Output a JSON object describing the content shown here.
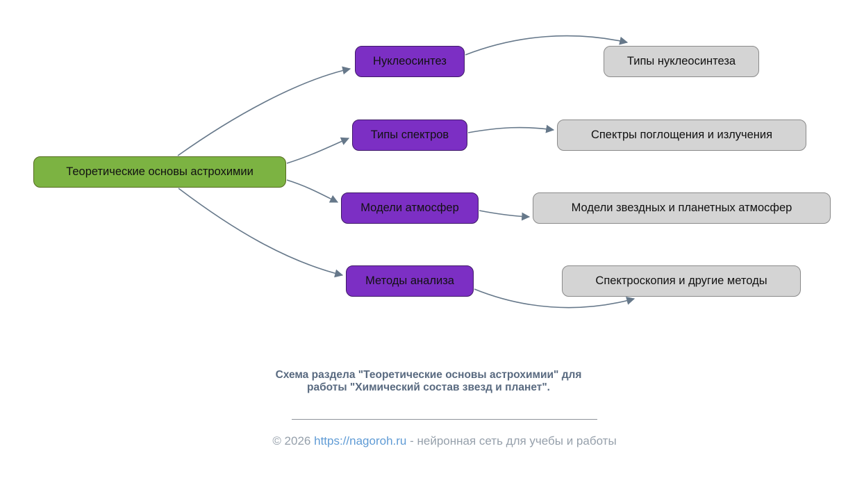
{
  "diagram": {
    "root": {
      "label": "Теоретические основы астрохимии"
    },
    "level1": [
      {
        "label": "Нуклеосинтез"
      },
      {
        "label": "Типы спектров"
      },
      {
        "label": "Модели атмосфер"
      },
      {
        "label": "Методы анализа"
      }
    ],
    "level2": [
      {
        "label": "Типы нуклеосинтеза"
      },
      {
        "label": "Спектры поглощения и излучения"
      },
      {
        "label": "Модели звездных и планетных атмосфер"
      },
      {
        "label": "Спектроскопия и другие методы"
      }
    ],
    "colors": {
      "root_fill": "#7cb342",
      "branch_fill": "#7c2fc4",
      "leaf_fill": "#d4d4d4",
      "edge": "#66788a",
      "caption": "#596a80",
      "footer": "#96a0ab",
      "link": "#5f9bd5"
    }
  },
  "caption": {
    "text": "Схема раздела \"Теоретические основы астрохимии\" для работы \"Химический состав звезд и планет\"."
  },
  "footer": {
    "prefix": "© 2026 ",
    "link": "https://nagoroh.ru",
    "suffix": " - нейронная сеть для учебы и работы"
  }
}
